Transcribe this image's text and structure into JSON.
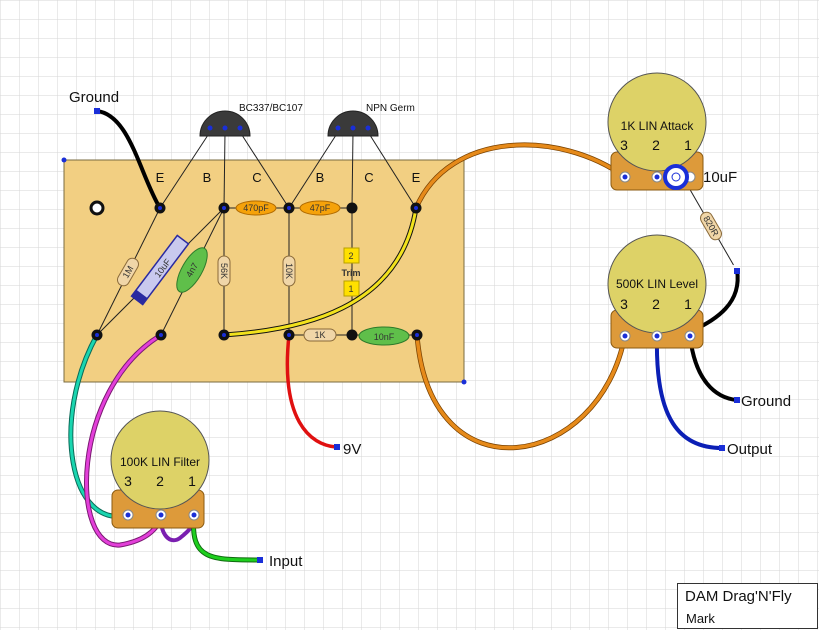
{
  "title": "DAM Drag'N'Fly",
  "author": "Mark",
  "board": {
    "top_labels": [
      "E",
      "B",
      "C",
      "B",
      "C",
      "E"
    ]
  },
  "transistors": {
    "q1": "BC337/BC107",
    "q2": "NPN Germ"
  },
  "components": {
    "r_1m": "1M",
    "c_10uf": "10uF",
    "c_4n7": "4n7",
    "r_56k": "56K",
    "c_470pf_1": "470pF",
    "c_470pf_2": "47pF",
    "r_10k": "10K",
    "r_1k": "1K",
    "c_10nf": "10nF",
    "r_820r": "820R",
    "c_10uf_elec": "10uF"
  },
  "trim": {
    "label": "Trim",
    "pin_top": "2",
    "pin_bottom": "1"
  },
  "pots": {
    "attack": {
      "label": "1K LIN Attack",
      "pins": [
        "3",
        "2",
        "1"
      ]
    },
    "level": {
      "label": "500K LIN Level",
      "pins": [
        "3",
        "2",
        "1"
      ]
    },
    "filter": {
      "label": "100K LIN Filter",
      "pins": [
        "3",
        "2",
        "1"
      ]
    }
  },
  "wire_labels": {
    "ground_top": "Ground",
    "ground_right": "Ground",
    "output": "Output",
    "supply": "9V",
    "input": "Input"
  },
  "colors": {
    "board": "#f2cf82",
    "pot_body": "#ddd267",
    "pot_base": "#dd9a3a",
    "wire_orange": "#e68a1a",
    "wire_yellow": "#f2e21c",
    "wire_red": "#e01010",
    "wire_blue": "#0b1fb5",
    "wire_black": "#000000",
    "wire_cyan": "#1ad6b0",
    "wire_magenta": "#e33fd9",
    "wire_purple": "#7a1fb0",
    "wire_green": "#1ecf1e"
  }
}
